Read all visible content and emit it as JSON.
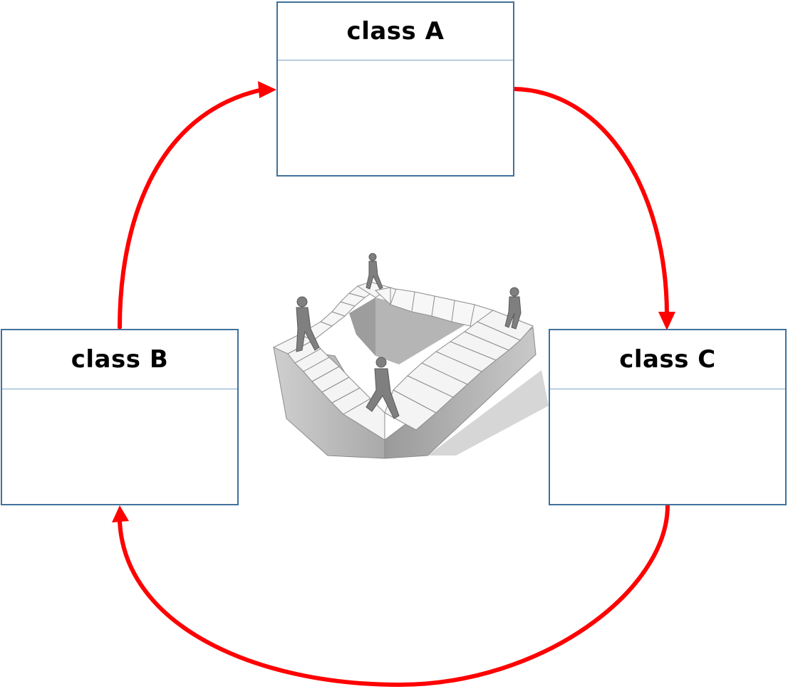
{
  "diagram": {
    "classes": [
      {
        "id": "a",
        "name": "class A"
      },
      {
        "id": "b",
        "name": "class B"
      },
      {
        "id": "c",
        "name": "class C"
      }
    ],
    "relations": [
      {
        "from": "class A",
        "to": "class C"
      },
      {
        "from": "class C",
        "to": "class B"
      },
      {
        "from": "class B",
        "to": "class A"
      }
    ],
    "arrow_color": "#ff0000",
    "box_border_color": "#41719c",
    "center_illustration": "impossible-staircase-icon"
  }
}
